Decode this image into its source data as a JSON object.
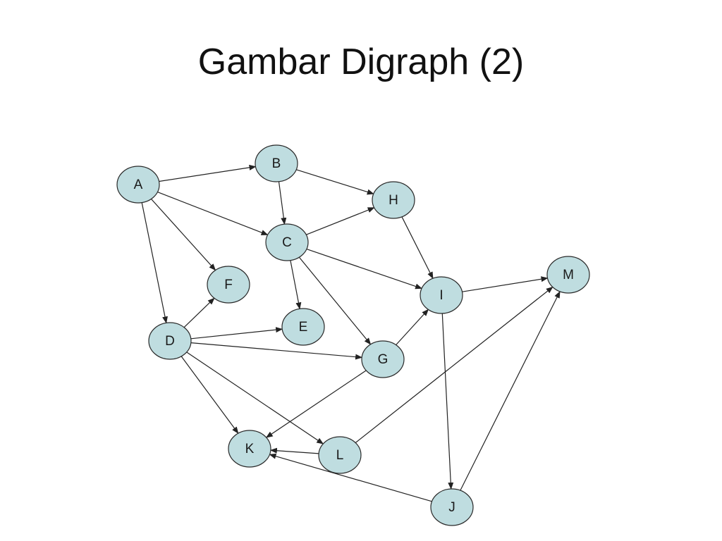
{
  "slide": {
    "title": "Gambar Digraph (2)"
  },
  "colors": {
    "node_fill": "#bfdde0",
    "node_stroke": "#2a2a2a",
    "edge": "#222222"
  },
  "graph": {
    "directed": true,
    "nodes": [
      "A",
      "B",
      "C",
      "D",
      "E",
      "F",
      "G",
      "H",
      "I",
      "J",
      "K",
      "L",
      "M"
    ],
    "edges": [
      [
        "A",
        "B"
      ],
      [
        "A",
        "C"
      ],
      [
        "A",
        "F"
      ],
      [
        "A",
        "D"
      ],
      [
        "B",
        "H"
      ],
      [
        "B",
        "C"
      ],
      [
        "C",
        "H"
      ],
      [
        "C",
        "I"
      ],
      [
        "C",
        "E"
      ],
      [
        "C",
        "G"
      ],
      [
        "D",
        "F"
      ],
      [
        "D",
        "E"
      ],
      [
        "D",
        "G"
      ],
      [
        "D",
        "K"
      ],
      [
        "D",
        "L"
      ],
      [
        "G",
        "I"
      ],
      [
        "G",
        "K"
      ],
      [
        "H",
        "I"
      ],
      [
        "I",
        "M"
      ],
      [
        "I",
        "J"
      ],
      [
        "L",
        "K"
      ],
      [
        "L",
        "M"
      ],
      [
        "J",
        "K"
      ],
      [
        "J",
        "M"
      ]
    ]
  }
}
